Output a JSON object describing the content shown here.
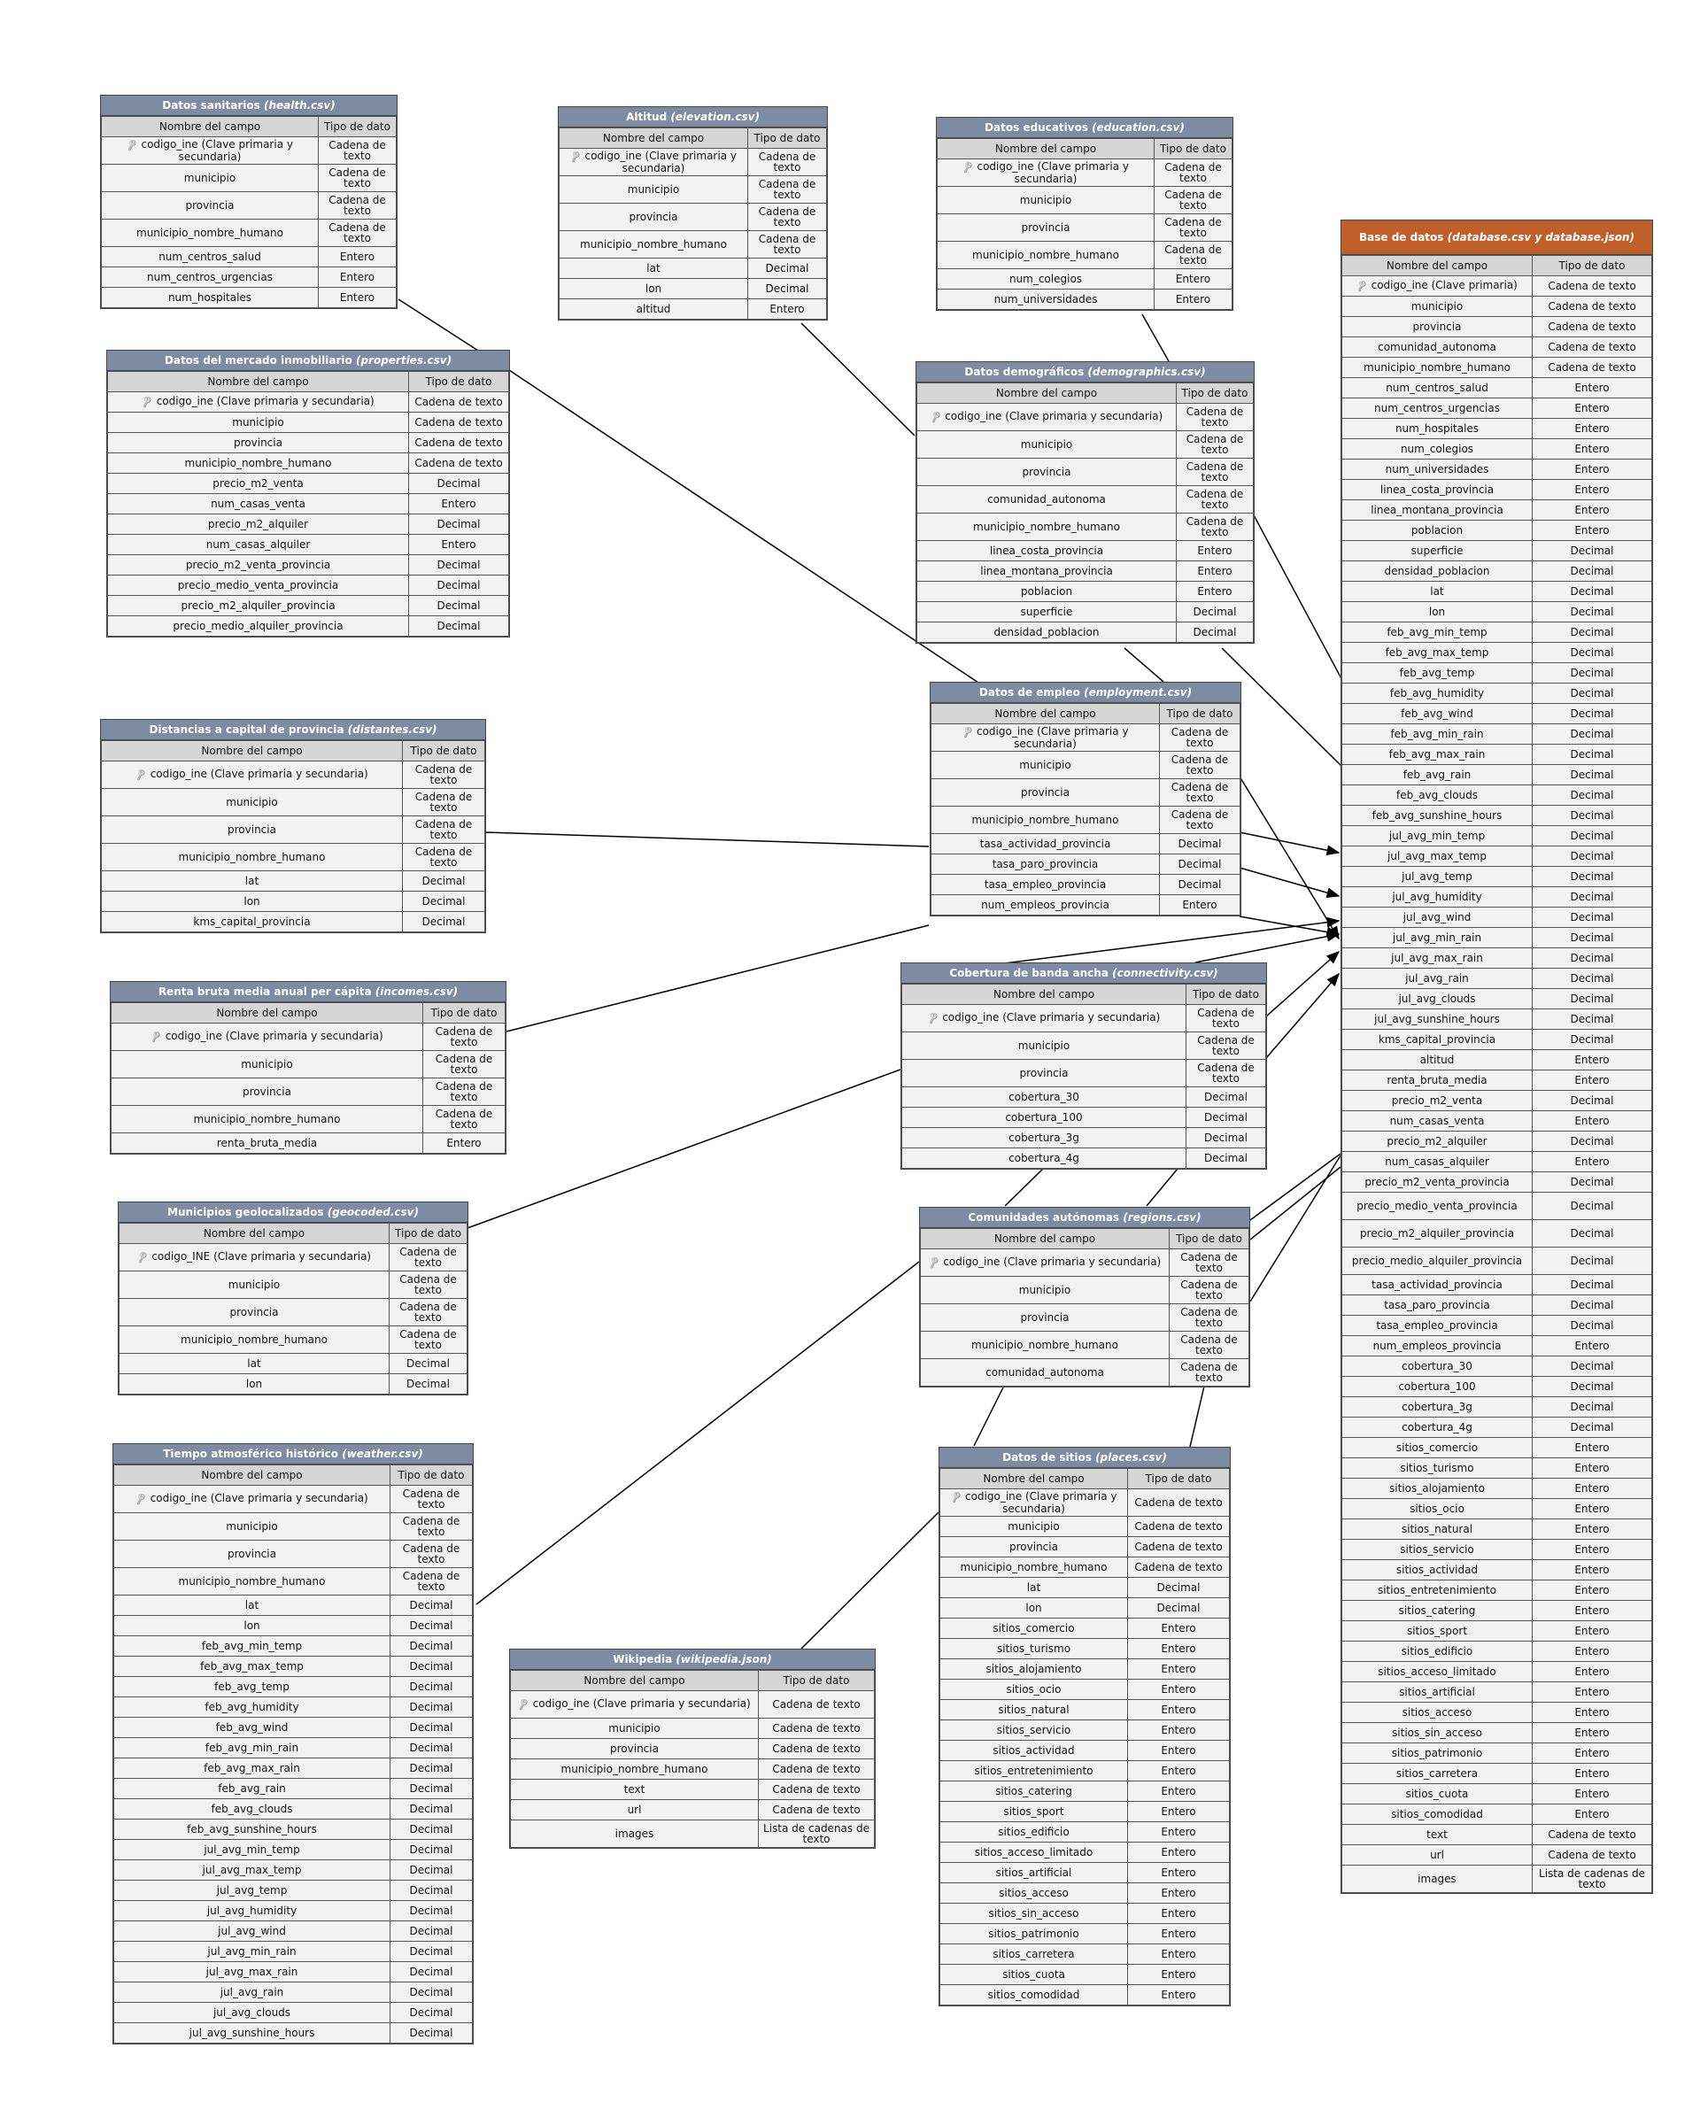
{
  "header": {
    "field": "Nombre del campo",
    "type": "Tipo de dato"
  },
  "colors": {
    "entity_header": "#7d8ba3",
    "main_header": "#c05f2a",
    "column_header": "#d6d6d6",
    "cell": "#f2f2f2"
  },
  "key_icon": "key-icon",
  "entities": [
    {
      "id": "health",
      "title": "Datos sanitarios",
      "file": "(health.csv)",
      "fields": [
        [
          "codigo_ine (Clave primaria y secundaria)",
          "Cadena de texto",
          true
        ],
        [
          "municipio",
          "Cadena de texto"
        ],
        [
          "provincia",
          "Cadena de texto"
        ],
        [
          "municipio_nombre_humano",
          "Cadena de texto"
        ],
        [
          "num_centros_salud",
          "Entero"
        ],
        [
          "num_centros_urgencias",
          "Entero"
        ],
        [
          "num_hospitales",
          "Entero"
        ]
      ]
    },
    {
      "id": "elevation",
      "title": "Altitud",
      "file": "(elevation.csv)",
      "fields": [
        [
          "codigo_ine (Clave primaria y secundaria)",
          "Cadena de texto",
          true
        ],
        [
          "municipio",
          "Cadena de texto"
        ],
        [
          "provincia",
          "Cadena de texto"
        ],
        [
          "municipio_nombre_humano",
          "Cadena de texto"
        ],
        [
          "lat",
          "Decimal"
        ],
        [
          "lon",
          "Decimal"
        ],
        [
          "altitud",
          "Entero"
        ]
      ]
    },
    {
      "id": "education",
      "title": "Datos educativos",
      "file": "(education.csv)",
      "fields": [
        [
          "codigo_ine (Clave primaria y secundaria)",
          "Cadena de texto",
          true
        ],
        [
          "municipio",
          "Cadena de texto"
        ],
        [
          "provincia",
          "Cadena de texto"
        ],
        [
          "municipio_nombre_humano",
          "Cadena de texto"
        ],
        [
          "num_colegios",
          "Entero"
        ],
        [
          "num_universidades",
          "Entero"
        ]
      ]
    },
    {
      "id": "properties",
      "title": "Datos del mercado inmobiliario",
      "file": "(properties.csv)",
      "fields": [
        [
          "codigo_ine (Clave primaria y secundaria)",
          "Cadena de texto",
          true
        ],
        [
          "municipio",
          "Cadena de texto"
        ],
        [
          "provincia",
          "Cadena de texto"
        ],
        [
          "municipio_nombre_humano",
          "Cadena de texto"
        ],
        [
          "precio_m2_venta",
          "Decimal"
        ],
        [
          "num_casas_venta",
          "Entero"
        ],
        [
          "precio_m2_alquiler",
          "Decimal"
        ],
        [
          "num_casas_alquiler",
          "Entero"
        ],
        [
          "precio_m2_venta_provincia",
          "Decimal"
        ],
        [
          "precio_medio_venta_provincia",
          "Decimal"
        ],
        [
          "precio_m2_alquiler_provincia",
          "Decimal"
        ],
        [
          "precio_medio_alquiler_provincia",
          "Decimal"
        ]
      ]
    },
    {
      "id": "demographics",
      "title": "Datos demográficos",
      "file": "(demographics.csv)",
      "fields": [
        [
          "codigo_ine (Clave primaria y secundaria)",
          "Cadena de texto",
          true
        ],
        [
          "municipio",
          "Cadena de texto"
        ],
        [
          "provincia",
          "Cadena de texto"
        ],
        [
          "comunidad_autonoma",
          "Cadena de texto"
        ],
        [
          "municipio_nombre_humano",
          "Cadena de texto"
        ],
        [
          "linea_costa_provincia",
          "Entero"
        ],
        [
          "linea_montana_provincia",
          "Entero"
        ],
        [
          "poblacion",
          "Entero"
        ],
        [
          "superficie",
          "Decimal"
        ],
        [
          "densidad_poblacion",
          "Decimal"
        ]
      ]
    },
    {
      "id": "employment",
      "title": "Datos de empleo",
      "file": "(employment.csv)",
      "fields": [
        [
          "codigo_ine (Clave primaria y secundaria)",
          "Cadena de texto",
          true
        ],
        [
          "municipio",
          "Cadena de texto"
        ],
        [
          "provincia",
          "Cadena de texto"
        ],
        [
          "municipio_nombre_humano",
          "Cadena de texto"
        ],
        [
          "tasa_actividad_provincia",
          "Decimal"
        ],
        [
          "tasa_paro_provincia",
          "Decimal"
        ],
        [
          "tasa_empleo_provincia",
          "Decimal"
        ],
        [
          "num_empleos_provincia",
          "Entero"
        ]
      ]
    },
    {
      "id": "distantes",
      "title": "Distancias a capital de provincia",
      "file": "(distantes.csv)",
      "fields": [
        [
          "codigo_ine (Clave primaria y secundaria)",
          "Cadena de texto",
          true
        ],
        [
          "municipio",
          "Cadena de texto"
        ],
        [
          "provincia",
          "Cadena de texto"
        ],
        [
          "municipio_nombre_humano",
          "Cadena de texto"
        ],
        [
          "lat",
          "Decimal"
        ],
        [
          "lon",
          "Decimal"
        ],
        [
          "kms_capital_provincia",
          "Decimal"
        ]
      ]
    },
    {
      "id": "incomes",
      "title": "Renta bruta media anual per cápita",
      "file": "(incomes.csv)",
      "fields": [
        [
          "codigo_ine (Clave primaria y secundaria)",
          "Cadena de texto",
          true
        ],
        [
          "municipio",
          "Cadena de texto"
        ],
        [
          "provincia",
          "Cadena de texto"
        ],
        [
          "municipio_nombre_humano",
          "Cadena de texto"
        ],
        [
          "renta_bruta_media",
          "Entero"
        ]
      ]
    },
    {
      "id": "connectivity",
      "title": "Cobertura de banda ancha",
      "file": "(connectivity.csv)",
      "fields": [
        [
          "codigo_ine (Clave primaria y secundaria)",
          "Cadena de texto",
          true
        ],
        [
          "municipio",
          "Cadena de texto"
        ],
        [
          "provincia",
          "Cadena de texto"
        ],
        [
          "cobertura_30",
          "Decimal"
        ],
        [
          "cobertura_100",
          "Decimal"
        ],
        [
          "cobertura_3g",
          "Decimal"
        ],
        [
          "cobertura_4g",
          "Decimal"
        ]
      ]
    },
    {
      "id": "geocoded",
      "title": "Municipios geolocalizados",
      "file": "(geocoded.csv)",
      "fields": [
        [
          "codigo_INE (Clave primaria y secundaria)",
          "Cadena de texto",
          true
        ],
        [
          "municipio",
          "Cadena de texto"
        ],
        [
          "provincia",
          "Cadena de texto"
        ],
        [
          "municipio_nombre_humano",
          "Cadena de texto"
        ],
        [
          "lat",
          "Decimal"
        ],
        [
          "lon",
          "Decimal"
        ]
      ]
    },
    {
      "id": "regions",
      "title": "Comunidades autónomas",
      "file": "(regions.csv)",
      "fields": [
        [
          "codigo_ine (Clave primaria y secundaria)",
          "Cadena de texto",
          true
        ],
        [
          "municipio",
          "Cadena de texto"
        ],
        [
          "provincia",
          "Cadena de texto"
        ],
        [
          "municipio_nombre_humano",
          "Cadena de texto"
        ],
        [
          "comunidad_autonoma",
          "Cadena de texto"
        ]
      ]
    },
    {
      "id": "weather",
      "title": "Tiempo atmosférico histórico",
      "file": "(weather.csv)",
      "fields": [
        [
          "codigo_ine (Clave primaria y secundaria)",
          "Cadena de texto",
          true
        ],
        [
          "municipio",
          "Cadena de texto"
        ],
        [
          "provincia",
          "Cadena de texto"
        ],
        [
          "municipio_nombre_humano",
          "Cadena de texto"
        ],
        [
          "lat",
          "Decimal"
        ],
        [
          "lon",
          "Decimal"
        ],
        [
          "feb_avg_min_temp",
          "Decimal"
        ],
        [
          "feb_avg_max_temp",
          "Decimal"
        ],
        [
          "feb_avg_temp",
          "Decimal"
        ],
        [
          "feb_avg_humidity",
          "Decimal"
        ],
        [
          "feb_avg_wind",
          "Decimal"
        ],
        [
          "feb_avg_min_rain",
          "Decimal"
        ],
        [
          "feb_avg_max_rain",
          "Decimal"
        ],
        [
          "feb_avg_rain",
          "Decimal"
        ],
        [
          "feb_avg_clouds",
          "Decimal"
        ],
        [
          "feb_avg_sunshine_hours",
          "Decimal"
        ],
        [
          "jul_avg_min_temp",
          "Decimal"
        ],
        [
          "jul_avg_max_temp",
          "Decimal"
        ],
        [
          "jul_avg_temp",
          "Decimal"
        ],
        [
          "jul_avg_humidity",
          "Decimal"
        ],
        [
          "jul_avg_wind",
          "Decimal"
        ],
        [
          "jul_avg_min_rain",
          "Decimal"
        ],
        [
          "jul_avg_max_rain",
          "Decimal"
        ],
        [
          "jul_avg_rain",
          "Decimal"
        ],
        [
          "jul_avg_clouds",
          "Decimal"
        ],
        [
          "jul_avg_sunshine_hours",
          "Decimal"
        ]
      ]
    },
    {
      "id": "wikipedia",
      "title": "Wikipedia",
      "file": "(wikipedia.json)",
      "fields": [
        [
          "codigo_ine (Clave primaria y secundaria)",
          "Cadena de texto",
          true
        ],
        [
          "municipio",
          "Cadena de texto"
        ],
        [
          "provincia",
          "Cadena de texto"
        ],
        [
          "municipio_nombre_humano",
          "Cadena de texto"
        ],
        [
          "text",
          "Cadena de texto"
        ],
        [
          "url",
          "Cadena de texto"
        ],
        [
          "images",
          "Lista de cadenas de texto"
        ]
      ]
    },
    {
      "id": "places",
      "title": "Datos de sitios",
      "file": "(places.csv)",
      "fields": [
        [
          "codigo_ine (Clave primaria y secundaria)",
          "Cadena de texto",
          true
        ],
        [
          "municipio",
          "Cadena de texto"
        ],
        [
          "provincia",
          "Cadena de texto"
        ],
        [
          "municipio_nombre_humano",
          "Cadena de texto"
        ],
        [
          "lat",
          "Decimal"
        ],
        [
          "lon",
          "Decimal"
        ],
        [
          "sitios_comercio",
          "Entero"
        ],
        [
          "sitios_turismo",
          "Entero"
        ],
        [
          "sitios_alojamiento",
          "Entero"
        ],
        [
          "sitios_ocio",
          "Entero"
        ],
        [
          "sitios_natural",
          "Entero"
        ],
        [
          "sitios_servicio",
          "Entero"
        ],
        [
          "sitios_actividad",
          "Entero"
        ],
        [
          "sitios_entretenimiento",
          "Entero"
        ],
        [
          "sitios_catering",
          "Entero"
        ],
        [
          "sitios_sport",
          "Entero"
        ],
        [
          "sitios_edificio",
          "Entero"
        ],
        [
          "sitios_acceso_limitado",
          "Entero"
        ],
        [
          "sitios_artificial",
          "Entero"
        ],
        [
          "sitios_acceso",
          "Entero"
        ],
        [
          "sitios_sin_acceso",
          "Entero"
        ],
        [
          "sitios_patrimonio",
          "Entero"
        ],
        [
          "sitios_carretera",
          "Entero"
        ],
        [
          "sitios_cuota",
          "Entero"
        ],
        [
          "sitios_comodidad",
          "Entero"
        ]
      ]
    },
    {
      "id": "database",
      "main": true,
      "title": "Base de datos",
      "file": "(database.csv y database.json)",
      "fields": [
        [
          "codigo_ine (Clave primaria)",
          "Cadena de texto",
          true
        ],
        [
          "municipio",
          "Cadena de texto"
        ],
        [
          "provincia",
          "Cadena de texto"
        ],
        [
          "comunidad_autonoma",
          "Cadena de texto"
        ],
        [
          "municipio_nombre_humano",
          "Cadena de texto"
        ],
        [
          "num_centros_salud",
          "Entero"
        ],
        [
          "num_centros_urgencias",
          "Entero"
        ],
        [
          "num_hospitales",
          "Entero"
        ],
        [
          "num_colegios",
          "Entero"
        ],
        [
          "num_universidades",
          "Entero"
        ],
        [
          "linea_costa_provincia",
          "Entero"
        ],
        [
          "linea_montana_provincia",
          "Entero"
        ],
        [
          "poblacion",
          "Entero"
        ],
        [
          "superficie",
          "Decimal"
        ],
        [
          "densidad_poblacion",
          "Decimal"
        ],
        [
          "lat",
          "Decimal"
        ],
        [
          "lon",
          "Decimal"
        ],
        [
          "feb_avg_min_temp",
          "Decimal"
        ],
        [
          "feb_avg_max_temp",
          "Decimal"
        ],
        [
          "feb_avg_temp",
          "Decimal"
        ],
        [
          "feb_avg_humidity",
          "Decimal"
        ],
        [
          "feb_avg_wind",
          "Decimal"
        ],
        [
          "feb_avg_min_rain",
          "Decimal"
        ],
        [
          "feb_avg_max_rain",
          "Decimal"
        ],
        [
          "feb_avg_rain",
          "Decimal"
        ],
        [
          "feb_avg_clouds",
          "Decimal"
        ],
        [
          "feb_avg_sunshine_hours",
          "Decimal"
        ],
        [
          "jul_avg_min_temp",
          "Decimal"
        ],
        [
          "jul_avg_max_temp",
          "Decimal"
        ],
        [
          "jul_avg_temp",
          "Decimal"
        ],
        [
          "jul_avg_humidity",
          "Decimal"
        ],
        [
          "jul_avg_wind",
          "Decimal"
        ],
        [
          "jul_avg_min_rain",
          "Decimal"
        ],
        [
          "jul_avg_max_rain",
          "Decimal"
        ],
        [
          "jul_avg_rain",
          "Decimal"
        ],
        [
          "jul_avg_clouds",
          "Decimal"
        ],
        [
          "jul_avg_sunshine_hours",
          "Decimal"
        ],
        [
          "kms_capital_provincia",
          "Decimal"
        ],
        [
          "altitud",
          "Entero"
        ],
        [
          "renta_bruta_media",
          "Entero"
        ],
        [
          "precio_m2_venta",
          "Decimal"
        ],
        [
          "num_casas_venta",
          "Entero"
        ],
        [
          "precio_m2_alquiler",
          "Decimal"
        ],
        [
          "num_casas_alquiler",
          "Entero"
        ],
        [
          "precio_m2_venta_provincia",
          "Decimal"
        ],
        [
          "precio_medio_venta_provincia",
          "Decimal"
        ],
        [
          "precio_m2_alquiler_provincia",
          "Decimal"
        ],
        [
          "precio_medio_alquiler_provincia",
          "Decimal"
        ],
        [
          "tasa_actividad_provincia",
          "Decimal"
        ],
        [
          "tasa_paro_provincia",
          "Decimal"
        ],
        [
          "tasa_empleo_provincia",
          "Decimal"
        ],
        [
          "num_empleos_provincia",
          "Entero"
        ],
        [
          "cobertura_30",
          "Decimal"
        ],
        [
          "cobertura_100",
          "Decimal"
        ],
        [
          "cobertura_3g",
          "Decimal"
        ],
        [
          "cobertura_4g",
          "Decimal"
        ],
        [
          "sitios_comercio",
          "Entero"
        ],
        [
          "sitios_turismo",
          "Entero"
        ],
        [
          "sitios_alojamiento",
          "Entero"
        ],
        [
          "sitios_ocio",
          "Entero"
        ],
        [
          "sitios_natural",
          "Entero"
        ],
        [
          "sitios_servicio",
          "Entero"
        ],
        [
          "sitios_actividad",
          "Entero"
        ],
        [
          "sitios_entretenimiento",
          "Entero"
        ],
        [
          "sitios_catering",
          "Entero"
        ],
        [
          "sitios_sport",
          "Entero"
        ],
        [
          "sitios_edificio",
          "Entero"
        ],
        [
          "sitios_acceso_limitado",
          "Entero"
        ],
        [
          "sitios_artificial",
          "Entero"
        ],
        [
          "sitios_acceso",
          "Entero"
        ],
        [
          "sitios_sin_acceso",
          "Entero"
        ],
        [
          "sitios_patrimonio",
          "Entero"
        ],
        [
          "sitios_carretera",
          "Entero"
        ],
        [
          "sitios_cuota",
          "Entero"
        ],
        [
          "sitios_comodidad",
          "Entero"
        ],
        [
          "text",
          "Cadena de texto"
        ],
        [
          "url",
          "Cadena de texto"
        ],
        [
          "images",
          "Lista de cadenas de texto"
        ]
      ]
    }
  ]
}
